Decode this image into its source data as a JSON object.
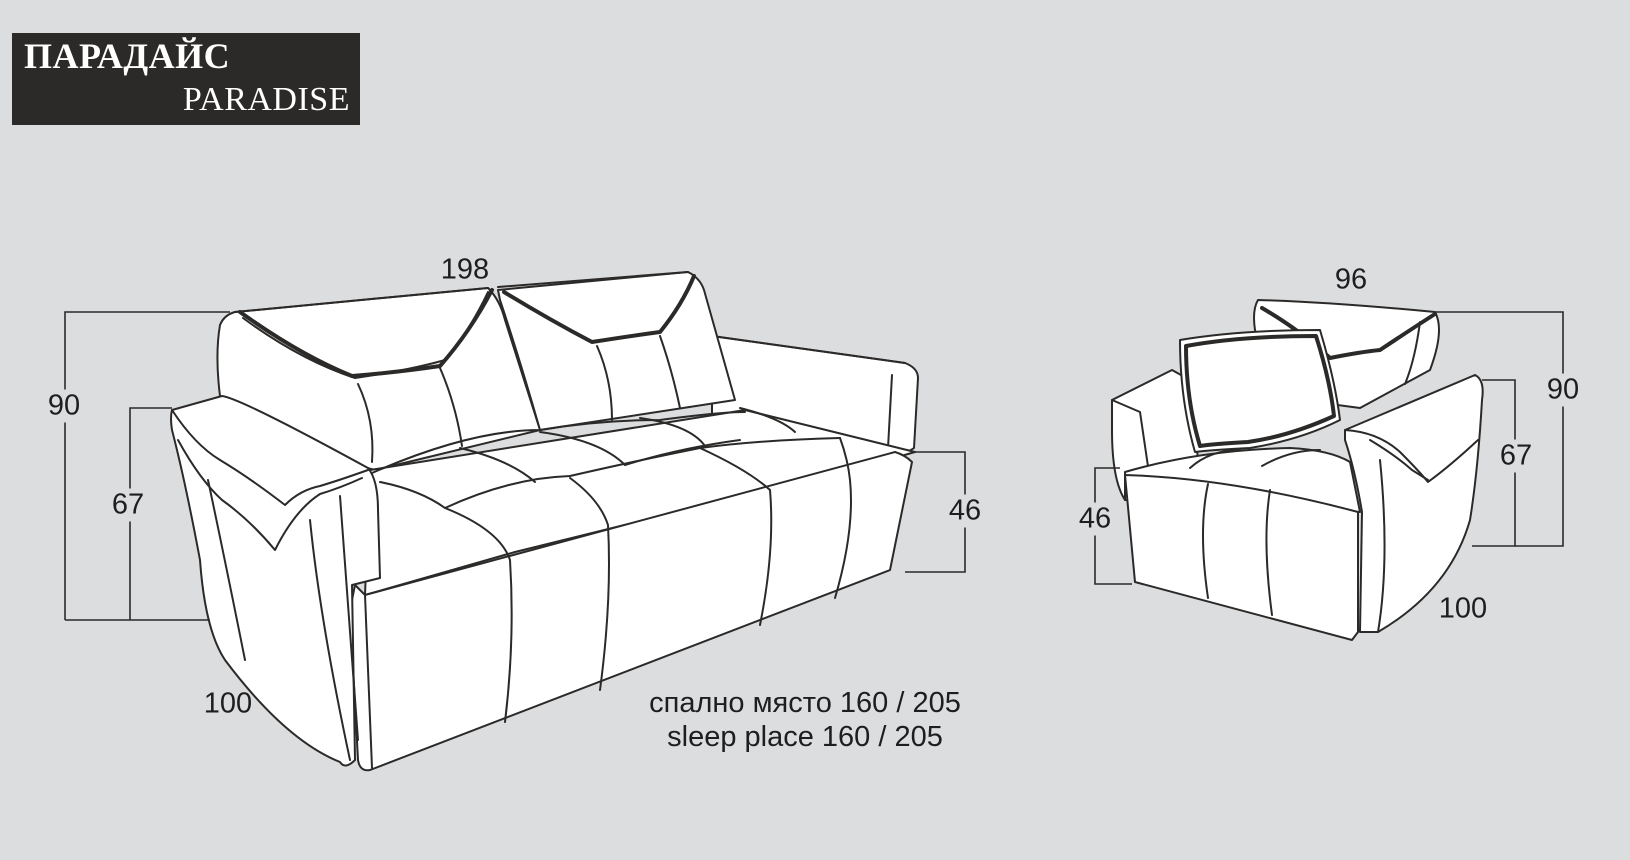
{
  "title": {
    "bg": "ПАРАДАЙС",
    "en": "PARADISE"
  },
  "sofa": {
    "width": "198",
    "height": "90",
    "arm_height": "67",
    "seat_height": "46",
    "depth": "100"
  },
  "armchair": {
    "width": "96",
    "height": "90",
    "arm_height": "67",
    "seat_height": "46",
    "depth": "100"
  },
  "sleep_place": {
    "bg": "спално място 160 / 205",
    "en": "sleep place 160 / 205"
  },
  "colors": {
    "background": "#dcdddf",
    "title_box": "#2b2a29",
    "sofa_fill": "#ffffff",
    "line": "#2b2a29"
  }
}
